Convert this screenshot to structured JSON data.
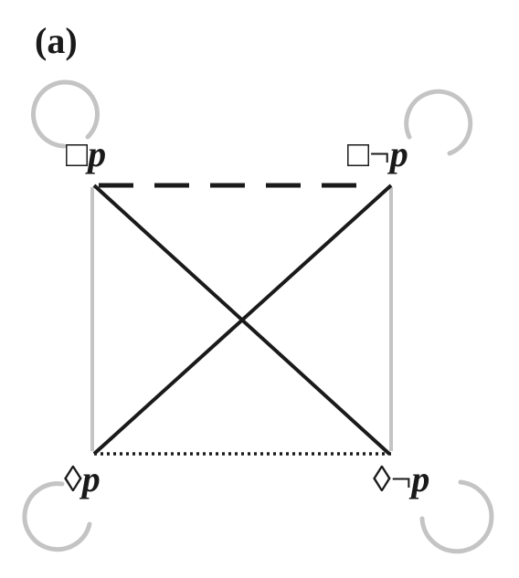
{
  "panel_label": "(a)",
  "nodes": {
    "box_p": {
      "op": "□",
      "neg": "",
      "var": "p"
    },
    "box_not_p": {
      "op": "□",
      "neg": "¬",
      "var": "p"
    },
    "dia_p": {
      "op": "◊",
      "neg": "",
      "var": "p"
    },
    "dia_not_p": {
      "op": "◊",
      "neg": "¬",
      "var": "p"
    }
  },
  "colors": {
    "text": "#1a1a1a",
    "black_line": "#1a1a1a",
    "gray_line": "#c4c4c4"
  }
}
